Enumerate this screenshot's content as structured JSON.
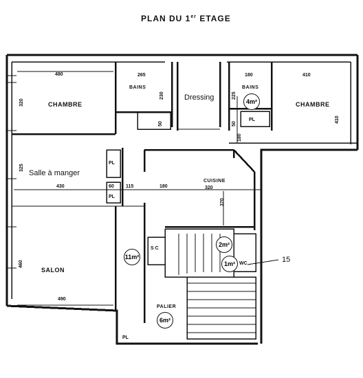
{
  "title": {
    "prefix": "PLAN DU 1",
    "sup": "er",
    "suffix": "ETAGE"
  },
  "rooms": {
    "chambre_left": "CHAMBRE",
    "bains_left": "BAINS",
    "dressing": "Dressing",
    "bains_right": "BAINS",
    "chambre_right": "CHAMBRE",
    "salle_a_manger": "Salle à manger",
    "cuisine": "CUISINE",
    "salon": "SALON",
    "palier": "PALIER",
    "wc": "WC",
    "pl": "PL",
    "sc": "S C"
  },
  "areas": {
    "bains_right": "4m²",
    "stair_top": "2m²",
    "wc": "1m²",
    "sc_zone": "11m²",
    "palier": "6m²"
  },
  "dimensions": {
    "chambre_left_width": "480",
    "chambre_left_depth": "320",
    "bains_left_width": "265",
    "bains_left_depth": "230",
    "dressing_closet": "50",
    "bains_right_width": "180",
    "bains_right_depth": "225",
    "bains_right_closet": "50",
    "chambre_right_width": "410",
    "chambre_right_depth": "410",
    "corridor_depth": "180",
    "salle_depth": "325",
    "salle_width": "430",
    "pl_width": "60",
    "passage_width": "115",
    "hall_width": "180",
    "cuisine_width": "320",
    "cuisine_depth": "370",
    "salon_depth": "460",
    "salon_width": "490"
  },
  "annotation": "15"
}
